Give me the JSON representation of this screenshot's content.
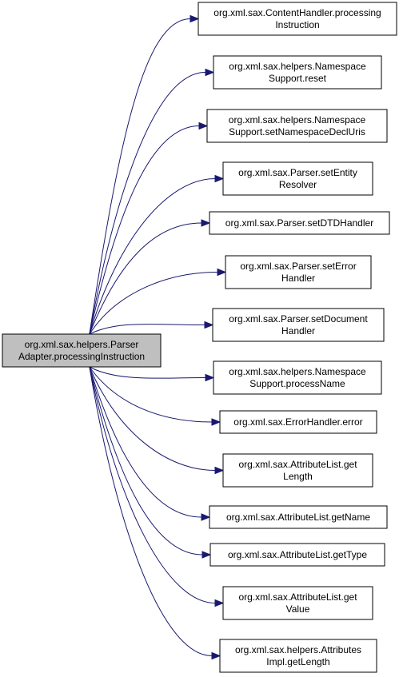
{
  "diagram": {
    "source": {
      "id": "parseradapter-processinginstruction",
      "lines": [
        "org.xml.sax.helpers.Parser",
        "Adapter.processingInstruction"
      ],
      "fill": "#bfbfbf"
    },
    "targets": [
      {
        "id": "contenthandler-processinginstruction",
        "lines": [
          "org.xml.sax.ContentHandler.processing",
          "Instruction"
        ]
      },
      {
        "id": "namespacesupport-reset",
        "lines": [
          "org.xml.sax.helpers.Namespace",
          "Support.reset"
        ]
      },
      {
        "id": "namespacesupport-setnamespacedecluris",
        "lines": [
          "org.xml.sax.helpers.Namespace",
          "Support.setNamespaceDeclUris"
        ]
      },
      {
        "id": "parser-setentityresolver",
        "lines": [
          "org.xml.sax.Parser.setEntity",
          "Resolver"
        ]
      },
      {
        "id": "parser-setdtdhandler",
        "lines": [
          "org.xml.sax.Parser.setDTDHandler"
        ]
      },
      {
        "id": "parser-seterrorhandler",
        "lines": [
          "org.xml.sax.Parser.setError",
          "Handler"
        ]
      },
      {
        "id": "parser-setdocumenthandler",
        "lines": [
          "org.xml.sax.Parser.setDocument",
          "Handler"
        ]
      },
      {
        "id": "namespacesupport-processname",
        "lines": [
          "org.xml.sax.helpers.Namespace",
          "Support.processName"
        ]
      },
      {
        "id": "errorhandler-error",
        "lines": [
          "org.xml.sax.ErrorHandler.error"
        ]
      },
      {
        "id": "attributelist-getlength",
        "lines": [
          "org.xml.sax.AttributeList.get",
          "Length"
        ]
      },
      {
        "id": "attributelist-getname",
        "lines": [
          "org.xml.sax.AttributeList.getName"
        ]
      },
      {
        "id": "attributelist-gettype",
        "lines": [
          "org.xml.sax.AttributeList.getType"
        ]
      },
      {
        "id": "attributelist-getvalue",
        "lines": [
          "org.xml.sax.AttributeList.get",
          "Value"
        ]
      },
      {
        "id": "attributesimpl-getlength",
        "lines": [
          "org.xml.sax.helpers.Attributes",
          "Impl.getLength"
        ]
      }
    ],
    "node_fill": "#ffffff",
    "edge_color": "#191970"
  }
}
